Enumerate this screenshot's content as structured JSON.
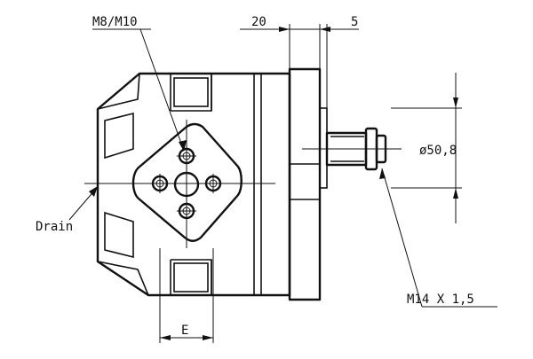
{
  "labels": {
    "thread_ports": "M8/M10",
    "dim_20": "20",
    "dim_5": "5",
    "diameter": "ø50,8",
    "drain": "Drain",
    "shaft_thread": "M14 X 1,5",
    "dim_e": "E"
  },
  "colors": {
    "line": "#111111",
    "background": "#ffffff"
  }
}
